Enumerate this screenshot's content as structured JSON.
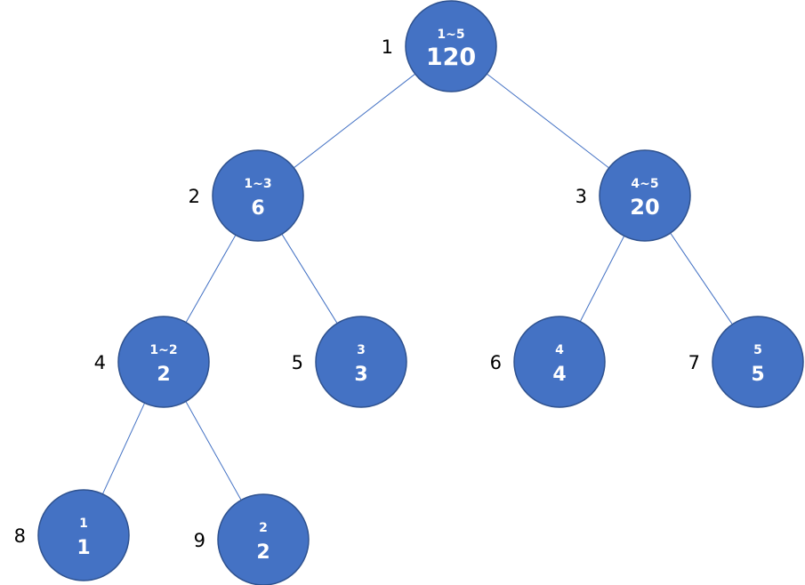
{
  "colors": {
    "node_fill": "#4472c4",
    "node_border": "#2f528f",
    "edge": "#4472c4",
    "node_text": "#ffffff",
    "index_text": "#000000"
  },
  "nodes": [
    {
      "index": "1",
      "range": "1~5",
      "value": "120"
    },
    {
      "index": "2",
      "range": "1~3",
      "value": "6"
    },
    {
      "index": "3",
      "range": "4~5",
      "value": "20"
    },
    {
      "index": "4",
      "range": "1~2",
      "value": "2"
    },
    {
      "index": "5",
      "range": "3",
      "value": "3"
    },
    {
      "index": "6",
      "range": "4",
      "value": "4"
    },
    {
      "index": "7",
      "range": "5",
      "value": "5"
    },
    {
      "index": "8",
      "range": "1",
      "value": "1"
    },
    {
      "index": "9",
      "range": "2",
      "value": "2"
    }
  ],
  "edges": [
    [
      "1",
      "2"
    ],
    [
      "1",
      "3"
    ],
    [
      "2",
      "4"
    ],
    [
      "2",
      "5"
    ],
    [
      "3",
      "6"
    ],
    [
      "3",
      "7"
    ],
    [
      "4",
      "8"
    ],
    [
      "4",
      "9"
    ]
  ]
}
